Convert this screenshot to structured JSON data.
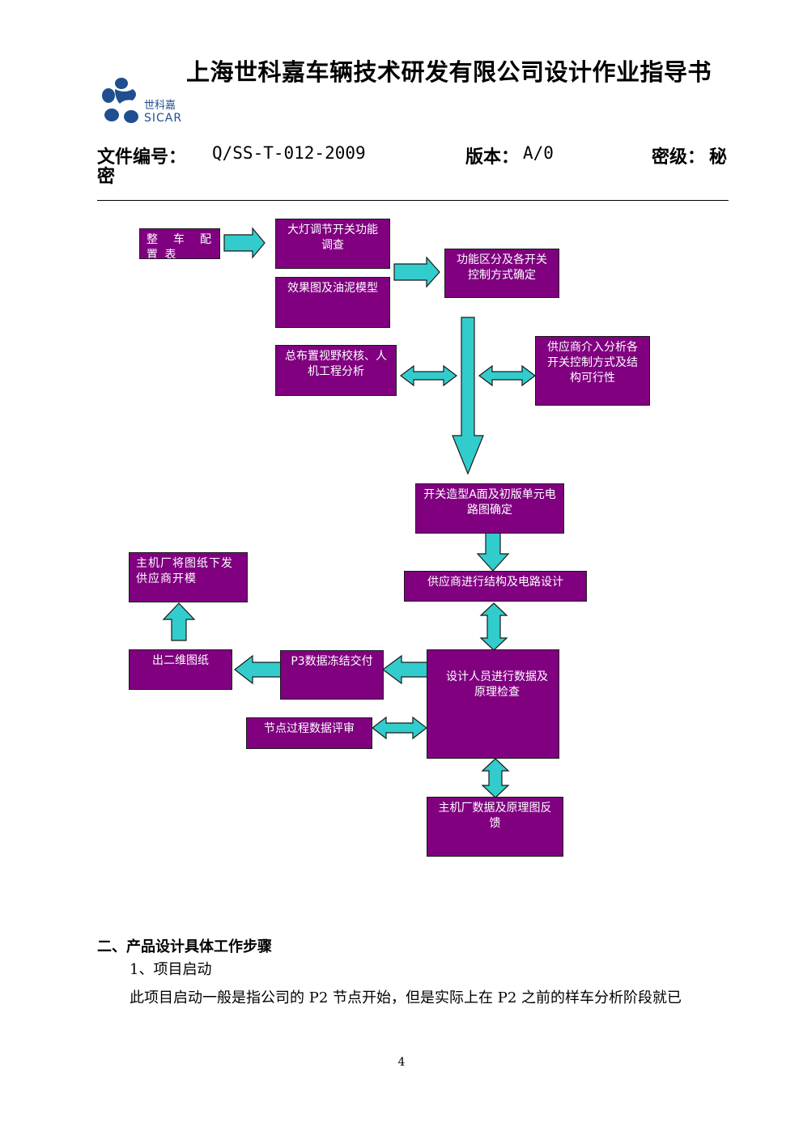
{
  "header": {
    "title": "上海世科嘉车辆技术研发有限公司设计作业指导书",
    "logo_cn": "世科嘉",
    "logo_en": "SICAR",
    "doc_no_label": "文件编号：",
    "doc_no_value": "Q/SS-T-012-2009",
    "version_label": "版本：",
    "version_value": "A/0",
    "secret_label": "密级：",
    "secret_value_line1": "秘",
    "secret_value_line2": "密"
  },
  "colors": {
    "box_fill": "#800080",
    "arrow_fill": "#33CCCC"
  },
  "flow": {
    "b1": "整 车 配 置 表",
    "b2": "大灯调节开关功能调查",
    "b3": "效果图及油泥模型",
    "b4": "功能区分及各开关控制方式确定",
    "b5": "总布置视野校核、人机工程分析",
    "b6": "供应商介入分析各开关控制方式及结构可行性",
    "b7": "开关造型A面及初版单元电路图确定",
    "b8": "供应商进行结构及电路设计",
    "b9": "主机厂将图纸下发供应商开模",
    "b10": "出二维图纸",
    "b11": "P3数据冻结交付",
    "b12": "设计人员进行数据及原理检查",
    "b13": "节点过程数据评审",
    "b14": "主机厂数据及原理图反馈"
  },
  "body": {
    "section_title": "二、产品设计具体工作步骤",
    "sub_title": "1、项目启动",
    "paragraph": "此项目启动一般是指公司的 P2 节点开始，但是实际上在 P2 之前的样车分析阶段就已"
  },
  "page_number": "4"
}
